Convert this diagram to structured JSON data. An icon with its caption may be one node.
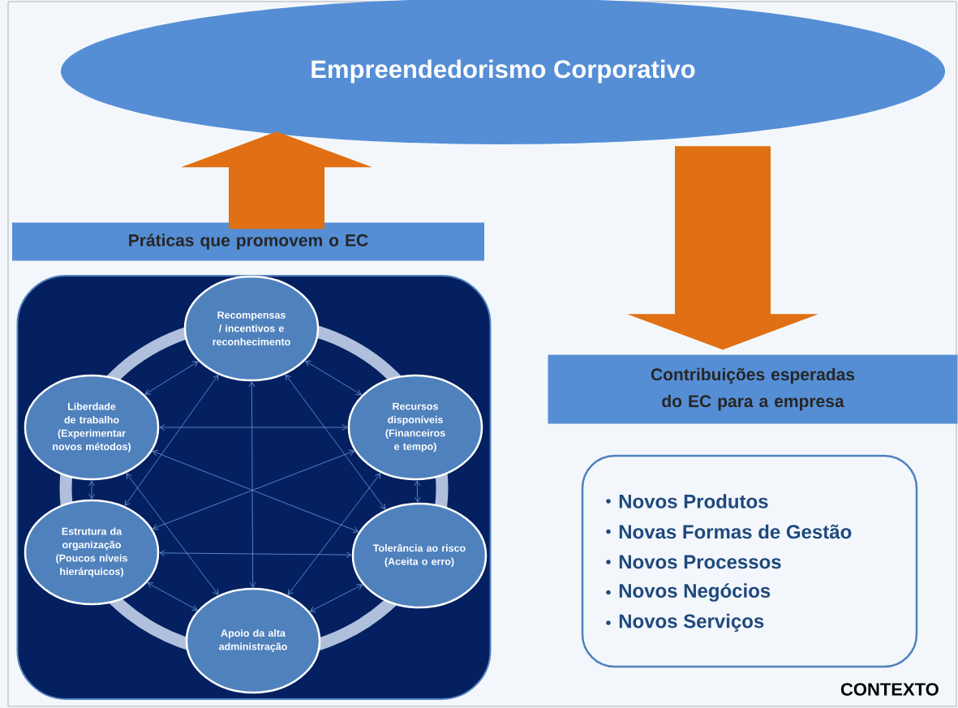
{
  "diagram": {
    "nodes": [
      {
        "text": [
          "Empreendedorismo Corporativo"
        ]
      },
      {
        "text": [
          "Práticas que promovem o EC"
        ]
      },
      {
        "text": [],
        "shape": "box"
      },
      {
        "text": [
          "Recompensas / incentivos e reconhecimento"
        ],
        "in": 2
      },
      {
        "text": [
          "Liberdade de trabalho (Experimentar novos métodos)"
        ],
        "in": 2
      },
      {
        "text": [
          "Recursos disponíveis (Financeiros e tempo)"
        ],
        "in": 2
      },
      {
        "text": [
          "Estrutura da organização (Poucos níveis hierárquicos)"
        ],
        "in": 2
      },
      {
        "text": [
          "Tolerância ao risco (Aceita o erro)"
        ],
        "in": 2
      },
      {
        "text": [
          "Apoio da alta administração"
        ],
        "in": 2
      },
      {
        "text": [
          "Contribuições esperadas do EC para a empresa"
        ]
      },
      {
        "text": [
          "Novos Produtos",
          "Novas Formas de Gestão",
          "Novos Processos",
          "Novos Negócios",
          "Novos Serviços"
        ]
      }
    ],
    "edges": [
      {
        "from": 1,
        "to": 0,
        "arrow": "to",
        "style": "thick",
        "color": "#e07013"
      },
      {
        "from": 0,
        "to": 9,
        "arrow": "to",
        "style": "thick",
        "color": "#e07013"
      },
      {
        "from": 3,
        "to": 4,
        "arrow": "both"
      },
      {
        "from": 3,
        "to": 5,
        "arrow": "both"
      },
      {
        "from": 3,
        "to": 6,
        "arrow": "both"
      },
      {
        "from": 3,
        "to": 7,
        "arrow": "both"
      },
      {
        "from": 3,
        "to": 8,
        "arrow": "both"
      },
      {
        "from": 4,
        "to": 5,
        "arrow": "both"
      },
      {
        "from": 4,
        "to": 6,
        "arrow": "both"
      },
      {
        "from": 4,
        "to": 7,
        "arrow": "both"
      },
      {
        "from": 4,
        "to": 8,
        "arrow": "both"
      },
      {
        "from": 5,
        "to": 6,
        "arrow": "both"
      },
      {
        "from": 5,
        "to": 7,
        "arrow": "both"
      },
      {
        "from": 5,
        "to": 8,
        "arrow": "both"
      },
      {
        "from": 6,
        "to": 7,
        "arrow": "both"
      },
      {
        "from": 6,
        "to": 8,
        "arrow": "both"
      },
      {
        "from": 7,
        "to": 8,
        "arrow": "both"
      }
    ],
    "labels": [
      "CONTEXTO"
    ]
  }
}
